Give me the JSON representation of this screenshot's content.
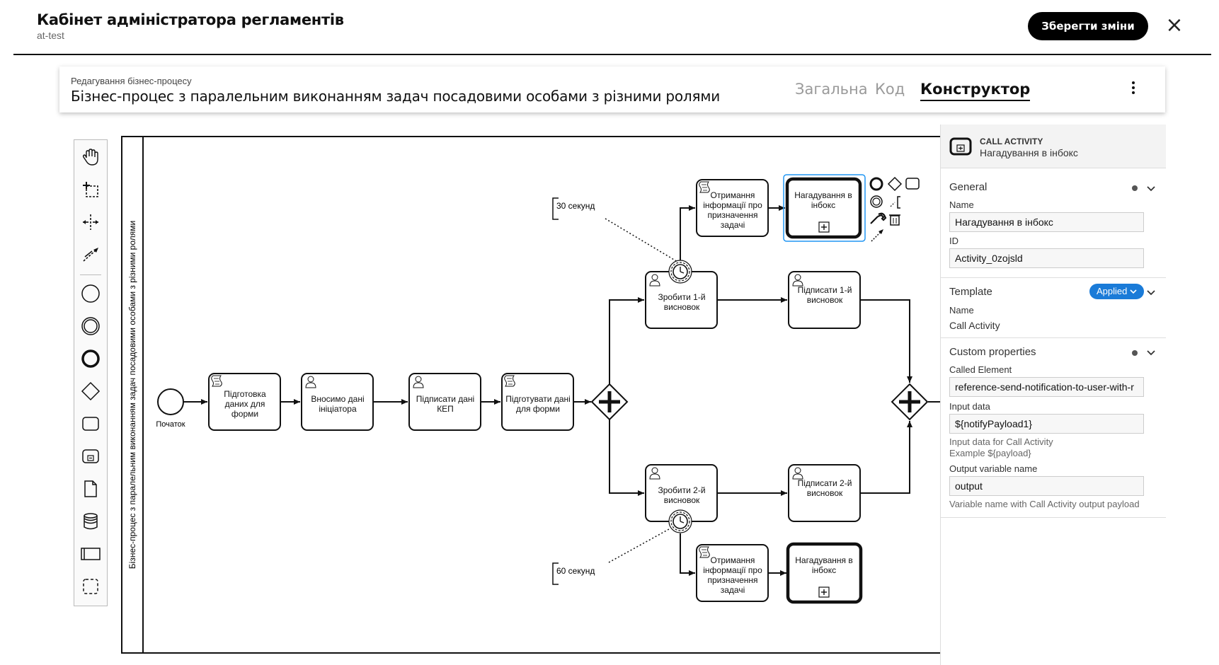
{
  "header": {
    "title": "Кабінет адміністратора регламентів",
    "subtitle": "at-test",
    "save_label": "Зберегти зміни",
    "close_symbol": "×"
  },
  "process": {
    "label": "Редагування бізнес-процесу",
    "title": "Бізнес-процес з паралельним виконанням задач посадовими особами з різними ролями",
    "tabs": [
      "Загальна",
      "Код",
      "Конструктор"
    ],
    "active_tab": "Конструктор"
  },
  "diagram": {
    "pool_name": "Бізнес-процес з паралельним виконанням задач посадовими особами з різними ролями",
    "start_label": "Початок",
    "tasks": {
      "prep_form": "Підготовка даних для форми",
      "enter_data": "Вносимо дані ініціатора",
      "sign_kep": "Підписати дані КЕП",
      "prep_form2": "Підготувати дані для форми",
      "make1": "Зробити 1-й висновок",
      "sign1": "Підписати 1-й висновок",
      "make2": "Зробити 2-й висновок",
      "sign2": "Підписати 2-й висновок",
      "info1": "Отримання інформації про призначення задачі",
      "info2": "Отримання інформації про призначення задачі",
      "remind1": "Нагадування в інбокс",
      "remind2": "Нагадування в інбокс"
    },
    "timer1": "30 секунд",
    "timer2": "60 секунд",
    "selected_element": "remind1"
  },
  "palette": {
    "tools": [
      "hand-tool-icon",
      "lasso-tool-icon",
      "space-tool-icon",
      "connect-tool-icon",
      "start-event-icon",
      "intermediate-event-icon",
      "end-event-icon",
      "gateway-icon",
      "task-icon",
      "subprocess-icon",
      "data-object-icon",
      "data-store-icon",
      "pool-icon",
      "group-icon"
    ]
  },
  "properties": {
    "element_type": "CALL ACTIVITY",
    "element_name": "Нагадування в інбокс",
    "general": {
      "title": "General",
      "name_label": "Name",
      "name_value": "Нагадування в інбокс",
      "id_label": "ID",
      "id_value": "Activity_0zojsld"
    },
    "template": {
      "title": "Template",
      "badge": "Applied",
      "name_label": "Name",
      "name_value": "Call Activity"
    },
    "custom": {
      "title": "Custom properties",
      "called_label": "Called Element",
      "called_value": "reference-send-notification-to-user-with-r",
      "input_label": "Input data",
      "input_value": "${notifyPayload1}",
      "input_hint1": "Input data for Call Activity",
      "input_hint2": "Example ${payload}",
      "output_label": "Output variable name",
      "output_value": "output",
      "output_hint": "Variable name with Call Activity output payload"
    }
  },
  "colors": {
    "accent": "#1a7bd8",
    "selection": "#2196f3"
  }
}
